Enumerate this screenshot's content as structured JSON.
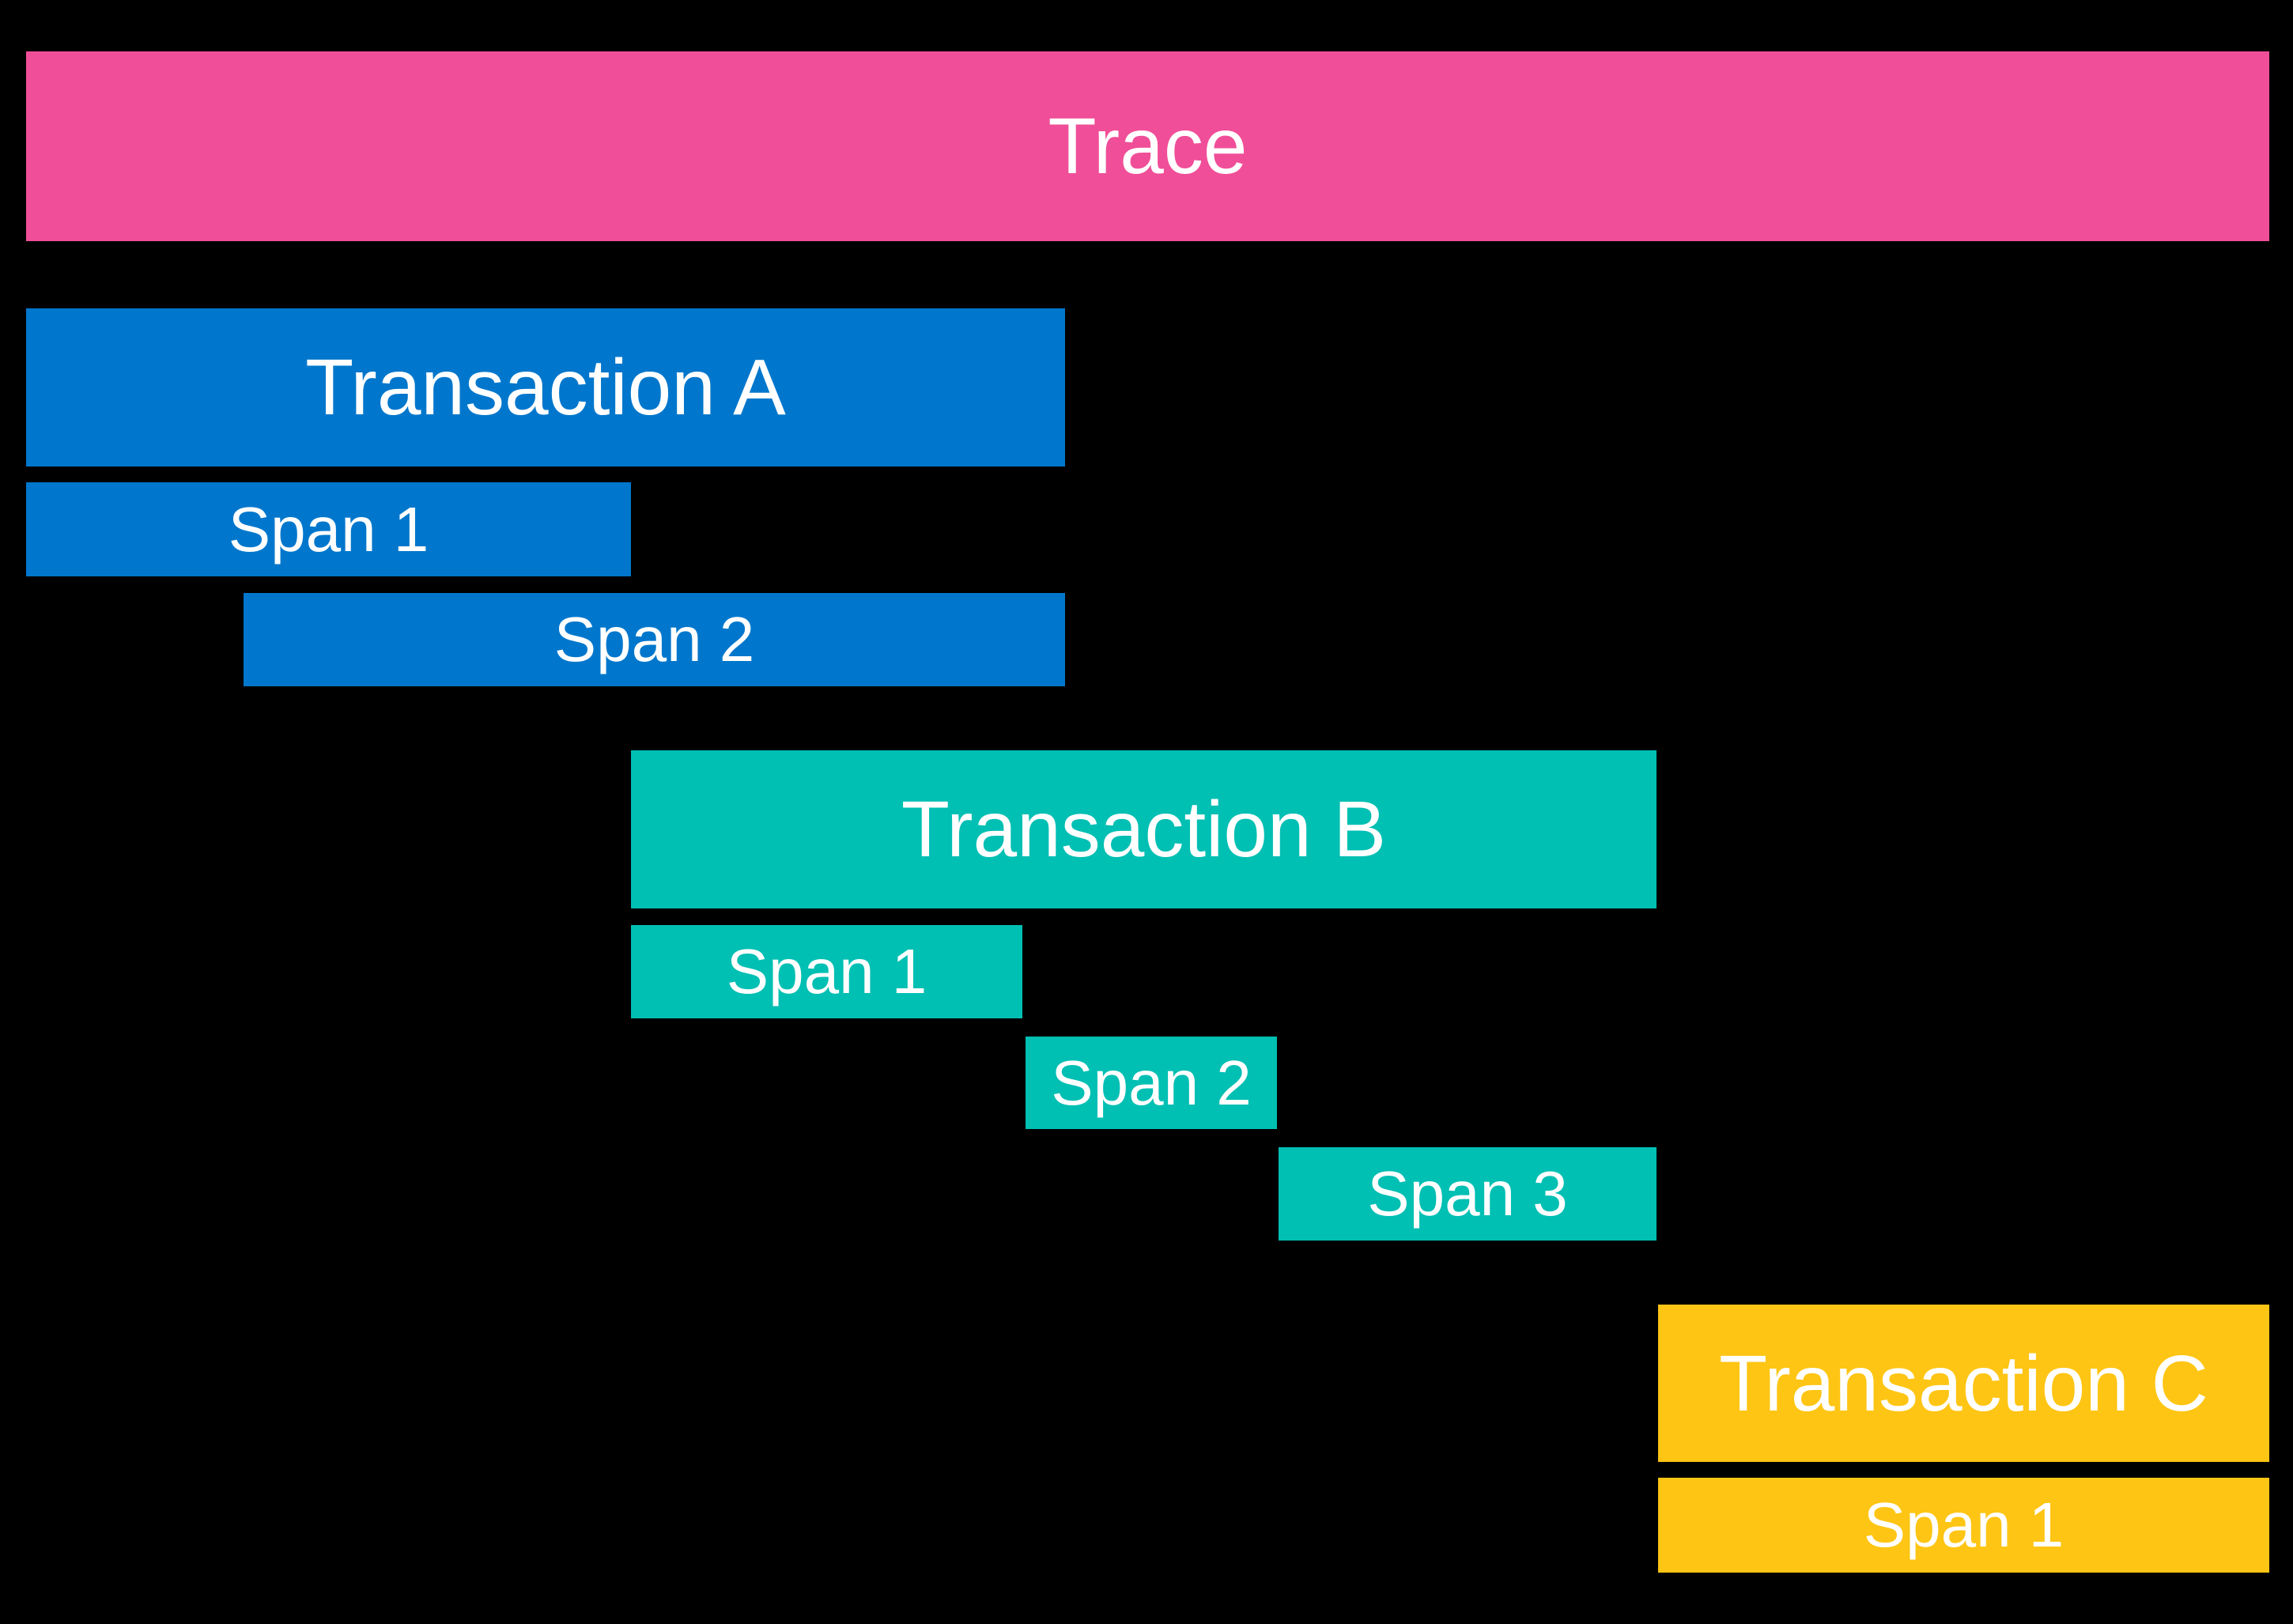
{
  "diagram": {
    "background_color": "#000000",
    "text_color": "#ffffff",
    "colors": {
      "trace": "#F04E98",
      "transaction_a": "#0077CC",
      "transaction_b": "#00BFB3",
      "transaction_c": "#FEC514"
    },
    "trace": {
      "label": "Trace"
    },
    "transaction_a": {
      "label": "Transaction A",
      "spans": [
        {
          "label": "Span 1"
        },
        {
          "label": "Span 2"
        }
      ]
    },
    "transaction_b": {
      "label": "Transaction B",
      "spans": [
        {
          "label": "Span 1"
        },
        {
          "label": "Span 2"
        },
        {
          "label": "Span 3"
        }
      ]
    },
    "transaction_c": {
      "label": "Transaction C",
      "spans": [
        {
          "label": "Span 1"
        }
      ]
    }
  }
}
